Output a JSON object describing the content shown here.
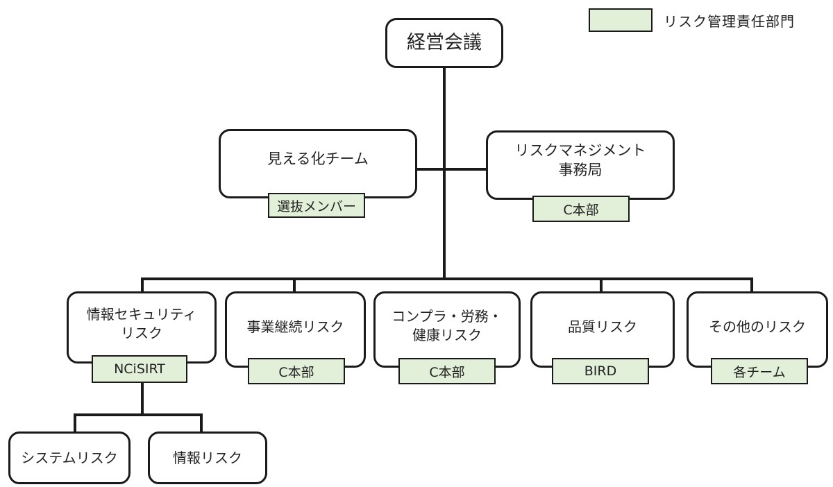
{
  "legend": {
    "label": "リスク管理責任部門",
    "swatch_color": "#e2efd9"
  },
  "root": {
    "label": "経営会議"
  },
  "second_level": [
    {
      "label": "見える化チーム",
      "tag": "選抜メンバー"
    },
    {
      "label": "リスクマネジメント\n事務局",
      "tag": "C本部"
    }
  ],
  "risks": [
    {
      "label": "情報セキュリティ\nリスク",
      "tag": "NCiSIRT"
    },
    {
      "label": "事業継続リスク",
      "tag": "C本部"
    },
    {
      "label": "コンプラ・労務・\n健康リスク",
      "tag": "C本部"
    },
    {
      "label": "品質リスク",
      "tag": "BIRD"
    },
    {
      "label": "その他のリスク",
      "tag": "各チーム"
    }
  ],
  "sub_risks": [
    {
      "label": "システムリスク"
    },
    {
      "label": "情報リスク"
    }
  ]
}
